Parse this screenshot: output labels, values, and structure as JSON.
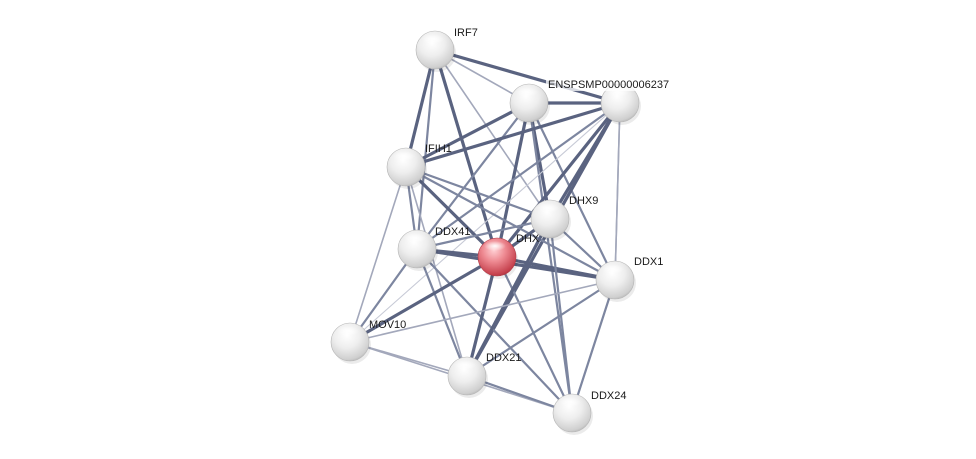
{
  "network": {
    "nodes": [
      {
        "id": "IRF7",
        "label": "IRF7",
        "query": false
      },
      {
        "id": "ENSP",
        "label": "ENSPSMP00000006237",
        "query": false
      },
      {
        "id": "N3",
        "label": "",
        "query": false
      },
      {
        "id": "IFIH1",
        "label": "IFIH1",
        "query": false
      },
      {
        "id": "DHX9",
        "label": "DHX9",
        "query": false
      },
      {
        "id": "DDX41",
        "label": "DDX41",
        "query": false
      },
      {
        "id": "DHX58",
        "label": "DHX",
        "query": true
      },
      {
        "id": "DDX1",
        "label": "DDX1",
        "query": false
      },
      {
        "id": "MOV10",
        "label": "MOV10",
        "query": false
      },
      {
        "id": "DDX21",
        "label": "DDX21",
        "query": false
      },
      {
        "id": "DDX24",
        "label": "DDX24",
        "query": false
      }
    ],
    "edges": [
      {
        "a": "IRF7",
        "b": "ENSP",
        "w": "strong"
      },
      {
        "a": "IRF7",
        "b": "N3",
        "w": "light"
      },
      {
        "a": "IRF7",
        "b": "IFIH1",
        "w": "strong"
      },
      {
        "a": "IRF7",
        "b": "DHX58",
        "w": "strong"
      },
      {
        "a": "IRF7",
        "b": "DDX41",
        "w": "medium"
      },
      {
        "a": "IRF7",
        "b": "DHX9",
        "w": "light"
      },
      {
        "a": "N3",
        "b": "ENSP",
        "w": "strong"
      },
      {
        "a": "N3",
        "b": "IFIH1",
        "w": "strong"
      },
      {
        "a": "N3",
        "b": "DHX58",
        "w": "strong"
      },
      {
        "a": "N3",
        "b": "DHX9",
        "w": "strong"
      },
      {
        "a": "N3",
        "b": "DDX41",
        "w": "medium"
      },
      {
        "a": "N3",
        "b": "DDX1",
        "w": "medium"
      },
      {
        "a": "N3",
        "b": "DDX24",
        "w": "medium"
      },
      {
        "a": "ENSP",
        "b": "IFIH1",
        "w": "strong"
      },
      {
        "a": "ENSP",
        "b": "DHX58",
        "w": "strong"
      },
      {
        "a": "ENSP",
        "b": "DHX9",
        "w": "strong"
      },
      {
        "a": "ENSP",
        "b": "DDX41",
        "w": "medium"
      },
      {
        "a": "ENSP",
        "b": "DDX1",
        "w": "light"
      },
      {
        "a": "ENSP",
        "b": "DDX21",
        "w": "strong"
      },
      {
        "a": "ENSP",
        "b": "MOV10",
        "w": "faint"
      },
      {
        "a": "IFIH1",
        "b": "DHX58",
        "w": "strong"
      },
      {
        "a": "IFIH1",
        "b": "DDX41",
        "w": "medium"
      },
      {
        "a": "IFIH1",
        "b": "DHX9",
        "w": "medium"
      },
      {
        "a": "IFIH1",
        "b": "DDX1",
        "w": "medium"
      },
      {
        "a": "IFIH1",
        "b": "MOV10",
        "w": "light"
      },
      {
        "a": "IFIH1",
        "b": "DDX21",
        "w": "light"
      },
      {
        "a": "DDX41",
        "b": "DHX58",
        "w": "strong"
      },
      {
        "a": "DDX41",
        "b": "DHX9",
        "w": "medium"
      },
      {
        "a": "DDX41",
        "b": "DDX1",
        "w": "strong"
      },
      {
        "a": "DDX41",
        "b": "DDX21",
        "w": "medium"
      },
      {
        "a": "DDX41",
        "b": "DDX24",
        "w": "medium"
      },
      {
        "a": "DDX41",
        "b": "MOV10",
        "w": "medium"
      },
      {
        "a": "DHX58",
        "b": "DHX9",
        "w": "strong"
      },
      {
        "a": "DHX58",
        "b": "DDX1",
        "w": "strong"
      },
      {
        "a": "DHX58",
        "b": "DDX21",
        "w": "strong"
      },
      {
        "a": "DHX58",
        "b": "DDX24",
        "w": "medium"
      },
      {
        "a": "DHX58",
        "b": "MOV10",
        "w": "strong"
      },
      {
        "a": "DHX9",
        "b": "DDX1",
        "w": "medium"
      },
      {
        "a": "DHX9",
        "b": "DDX21",
        "w": "strong"
      },
      {
        "a": "DHX9",
        "b": "DDX24",
        "w": "medium"
      },
      {
        "a": "DDX1",
        "b": "DDX21",
        "w": "medium"
      },
      {
        "a": "DDX1",
        "b": "DDX24",
        "w": "medium"
      },
      {
        "a": "DDX1",
        "b": "MOV10",
        "w": "light"
      },
      {
        "a": "DDX1",
        "b": "ENSP",
        "w": "light"
      },
      {
        "a": "MOV10",
        "b": "DDX21",
        "w": "light"
      },
      {
        "a": "MOV10",
        "b": "DDX24",
        "w": "light"
      },
      {
        "a": "DDX21",
        "b": "DDX24",
        "w": "medium"
      }
    ]
  },
  "colors": {
    "edge_strong": "#5a6380",
    "edge_medium": "#7d86a0",
    "edge_light": "#a3a8bb",
    "edge_faint": "#c7cad6",
    "node_default": "#f2f2f2",
    "node_query": "#e8727a"
  }
}
